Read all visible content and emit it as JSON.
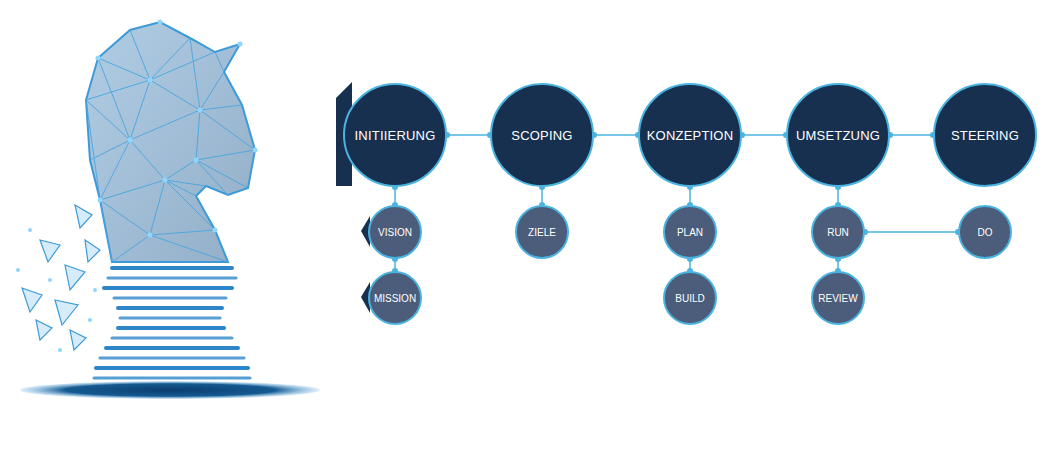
{
  "diagram": {
    "nodes": [
      {
        "text": [
          "INITIIERUNG"
        ]
      },
      {
        "text": [
          "SCOPING"
        ]
      },
      {
        "text": [
          "KONZEPTION"
        ]
      },
      {
        "text": [
          "UMSETZUNG"
        ]
      },
      {
        "text": [
          "STEERING"
        ]
      },
      {
        "text": [
          "VISION"
        ]
      },
      {
        "text": [
          "MISSION"
        ]
      },
      {
        "text": [
          "ZIELE"
        ]
      },
      {
        "text": [
          "PLAN"
        ]
      },
      {
        "text": [
          "BUILD"
        ]
      },
      {
        "text": [
          "RUN"
        ]
      },
      {
        "text": [
          "REVIEW"
        ]
      },
      {
        "text": [
          "DO"
        ]
      }
    ],
    "edges": [
      {
        "from": 0,
        "to": 1,
        "arrow": "none"
      },
      {
        "from": 1,
        "to": 2,
        "arrow": "none"
      },
      {
        "from": 2,
        "to": 3,
        "arrow": "none"
      },
      {
        "from": 3,
        "to": 4,
        "arrow": "none"
      },
      {
        "from": 0,
        "to": 5,
        "arrow": "none"
      },
      {
        "from": 5,
        "to": 6,
        "arrow": "none"
      },
      {
        "from": 1,
        "to": 7,
        "arrow": "none"
      },
      {
        "from": 2,
        "to": 8,
        "arrow": "none"
      },
      {
        "from": 8,
        "to": 9,
        "arrow": "none"
      },
      {
        "from": 3,
        "to": 10,
        "arrow": "none"
      },
      {
        "from": 10,
        "to": 11,
        "arrow": "none"
      },
      {
        "from": 10,
        "to": 12,
        "arrow": "none"
      }
    ]
  }
}
